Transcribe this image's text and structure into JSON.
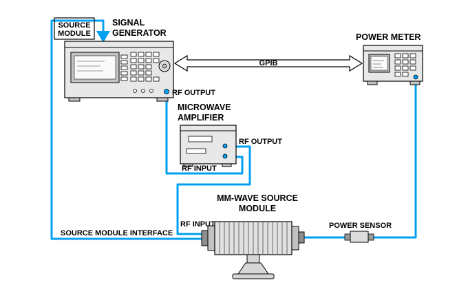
{
  "colors": {
    "cable": "#00A0F0",
    "device_body": "#E8E8E8",
    "text": "#000000"
  },
  "labels": {
    "source_module_box": [
      "SOURCE",
      "MODULE"
    ],
    "signal_generator": [
      "SIGNAL",
      "GENERATOR"
    ],
    "power_meter": "POWER METER",
    "gpib": "GPIB",
    "siggen_rf_output": "RF OUTPUT",
    "amplifier": [
      "MICROWAVE",
      "AMPLIFIER"
    ],
    "amp_rf_output": "RF OUTPUT",
    "amp_rf_input": "RF INPUT",
    "module": [
      "MM-WAVE SOURCE",
      "MODULE"
    ],
    "module_rf_input": "RF INPUT",
    "power_sensor": "POWER SENSOR",
    "source_module_interface": "SOURCE MODULE INTERFACE"
  }
}
